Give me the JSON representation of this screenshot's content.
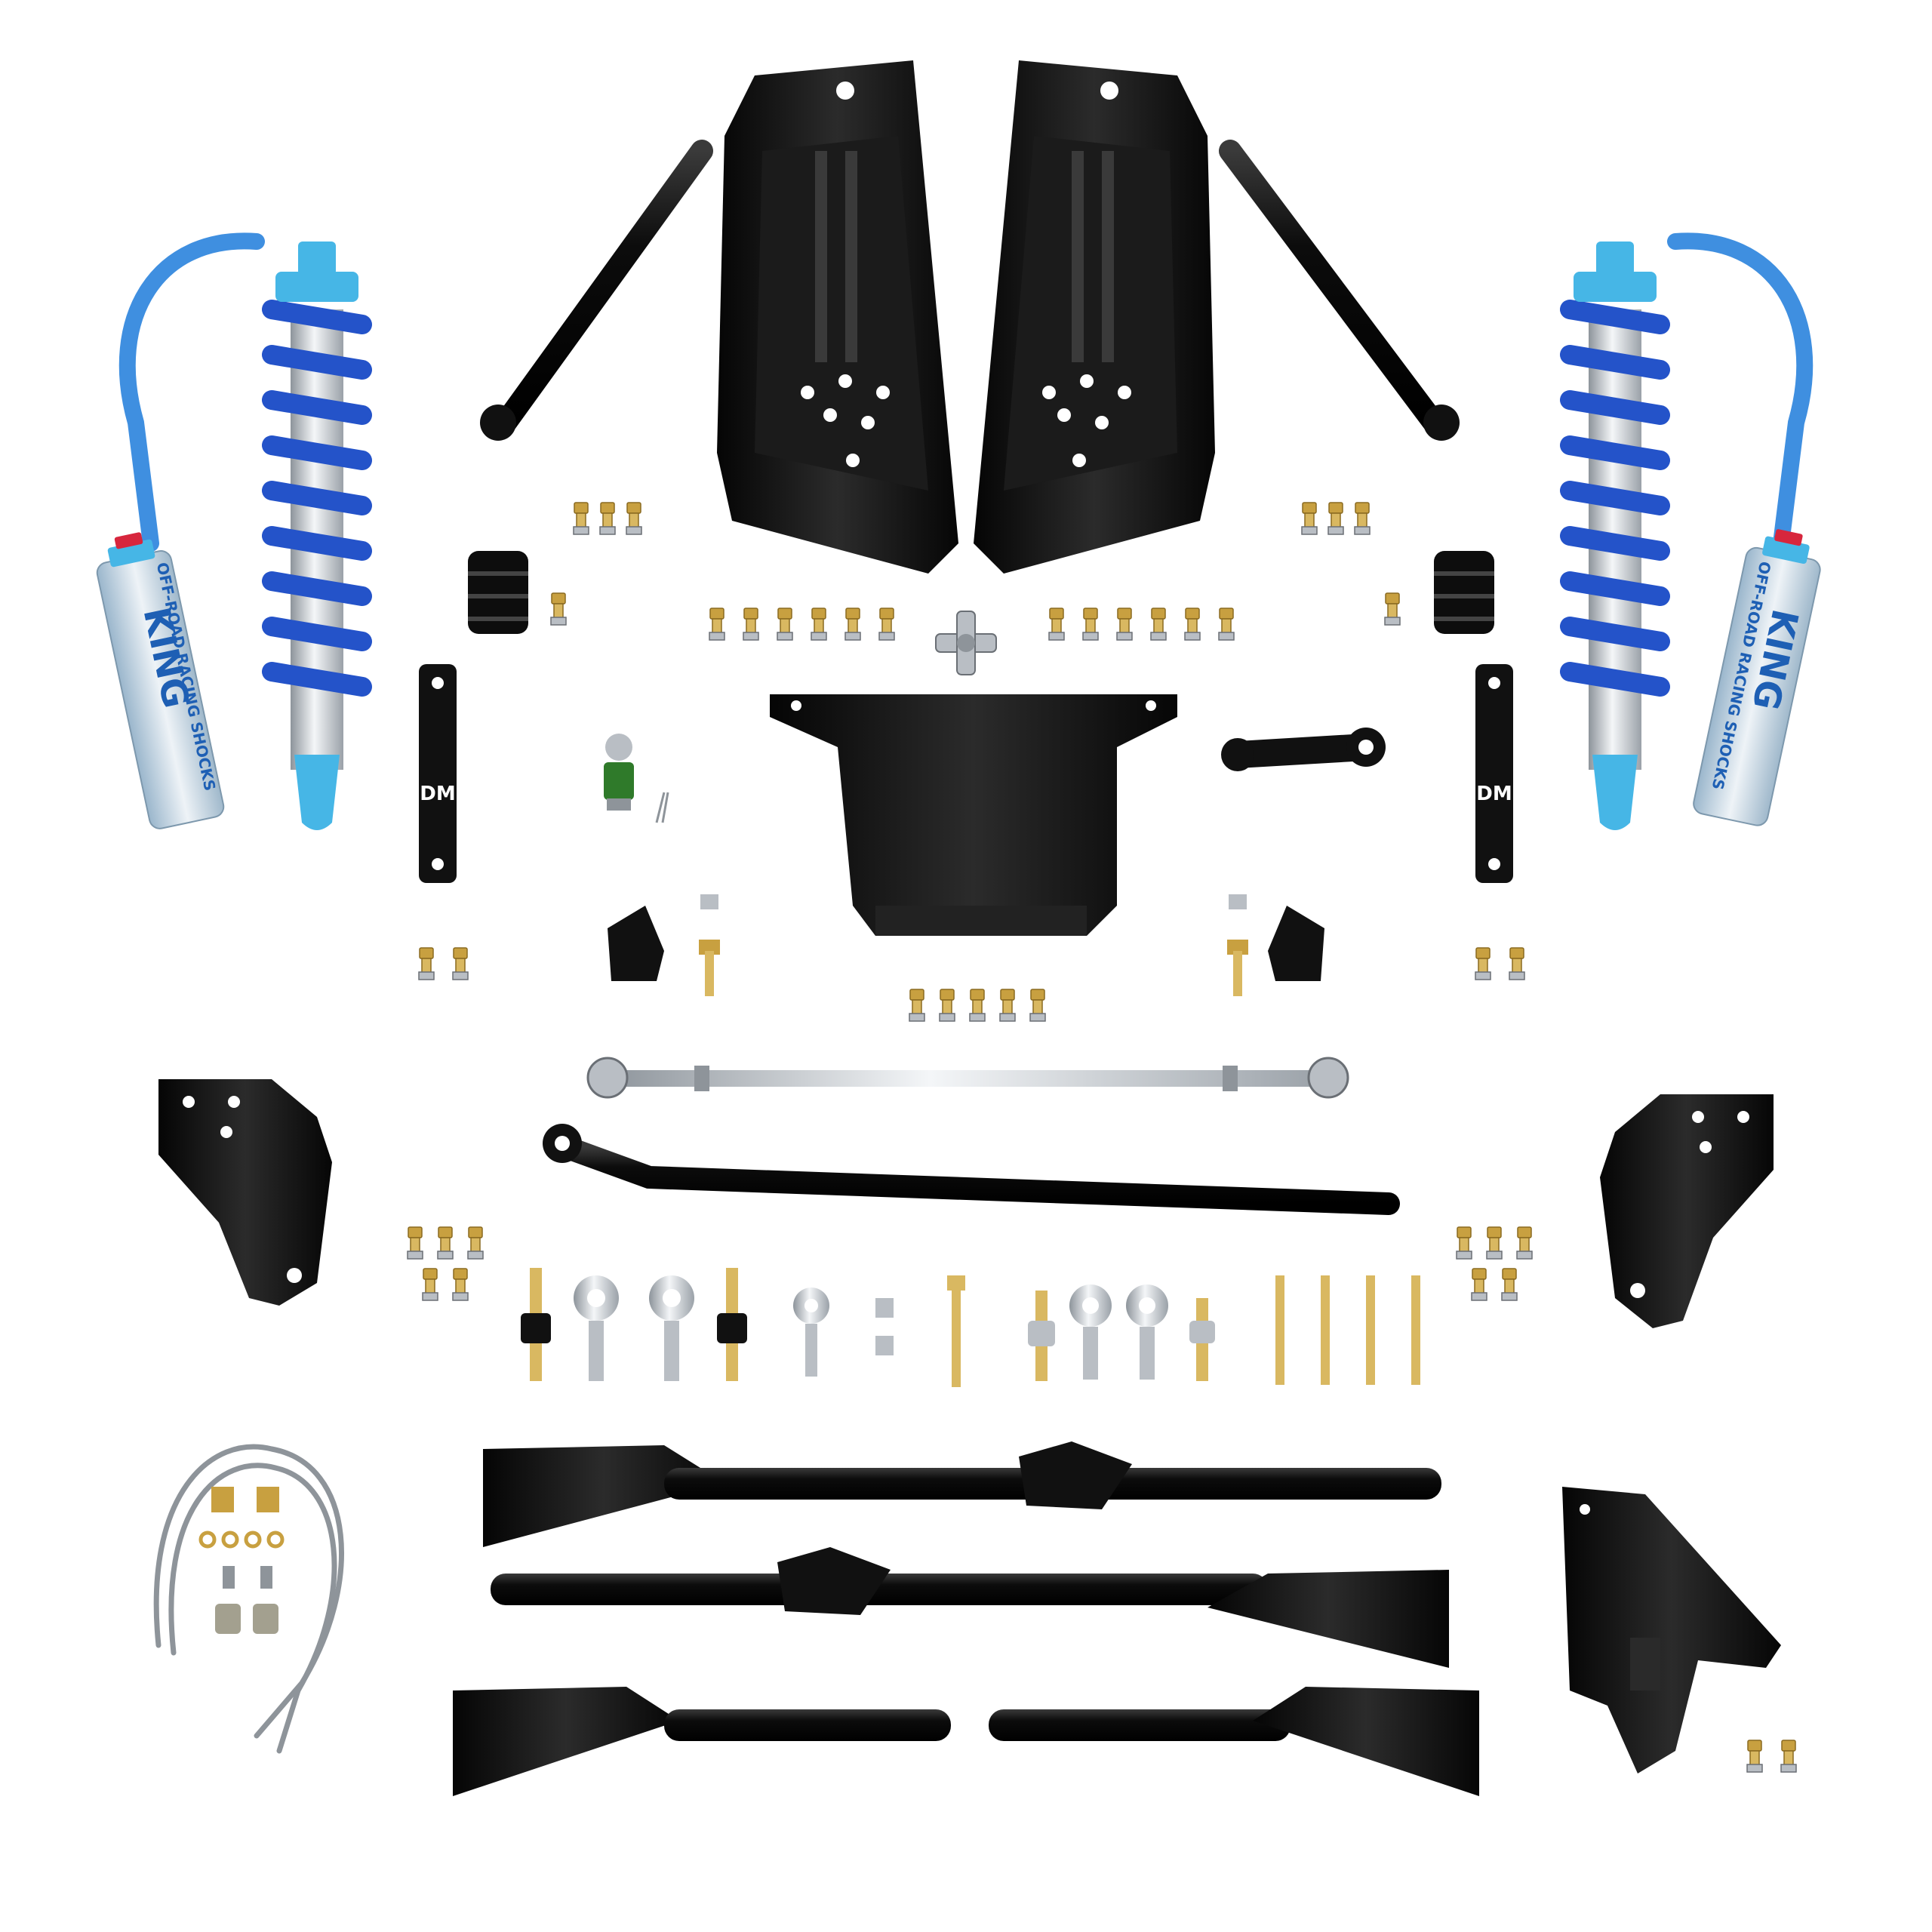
{
  "scene": {
    "background": "#ffffff",
    "colors": {
      "coil_blue": "#2453c9",
      "hose_blue": "#3f8fe0",
      "shock_body": "#dfe6ee",
      "anodized_blue": "#46b6e6",
      "steel_black": "#111111",
      "hardware_gold": "#c8a040",
      "hardware_silver": "#b9bec4",
      "ball_joint_green": "#2f7a2a",
      "brake_line_gray": "#8e949a"
    }
  },
  "labels": {
    "shock_brand_left": "KING",
    "shock_tagline_left": "OFF-ROAD RACING SHOCKS",
    "shock_brand_right": "KING",
    "shock_tagline_right": "OFF-ROAD RACING SHOCKS",
    "strap_brand_left": "DM",
    "strap_brand_right": "DM"
  }
}
